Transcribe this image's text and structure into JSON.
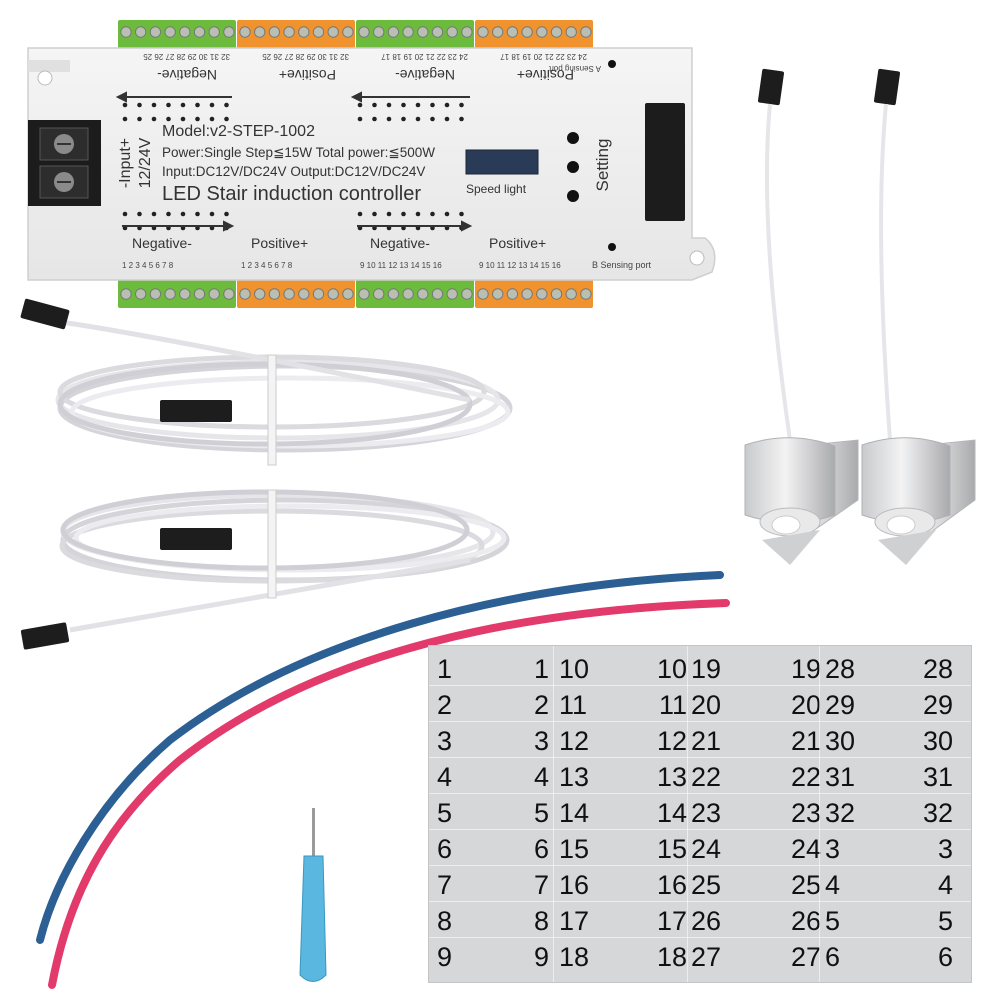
{
  "controller": {
    "model": "Model:v2-STEP-1002",
    "power": "Power:Single Step≦15W Total power:≦500W",
    "io": "Input:DC12V/DC24V Output:DC12V/DC24V",
    "title": "LED Stair induction controller",
    "input_label": "-Input+",
    "input_voltage": "12/24V",
    "speed_light": "Speed light",
    "setting": "Setting",
    "a_sensing": "A Sensing port",
    "b_sensing": "B Sensing port",
    "top_groups": [
      {
        "label": "Negative-",
        "numbers": "32 31 30 29 28 27 26 25"
      },
      {
        "label": "Positive+",
        "numbers": "32 31 30 29 28 27 26 25"
      },
      {
        "label": "Negative-",
        "numbers": "24 23 22 21 20 19 18 17"
      },
      {
        "label": "Positive+",
        "numbers": "24 23 22 21 20 19 18 17"
      }
    ],
    "bottom_groups": [
      {
        "label": "Negative-",
        "numbers": "1 2 3 4 5 6 7 8"
      },
      {
        "label": "Positive+",
        "numbers": "1 2 3 4 5 6 7 8"
      },
      {
        "label": "Negative-",
        "numbers": "9 10 11 12 13 14 15 16"
      },
      {
        "label": "Positive+",
        "numbers": "9 10 11 12 13 14 15 16"
      }
    ]
  },
  "label_sheet": {
    "columns": [
      [
        "1",
        "2",
        "3",
        "4",
        "5",
        "6",
        "7",
        "8",
        "9"
      ],
      [
        "1",
        "2",
        "3",
        "4",
        "5",
        "6",
        "7",
        "8",
        "9"
      ],
      [
        "10",
        "11",
        "12",
        "13",
        "14",
        "15",
        "16",
        "17",
        "18"
      ],
      [
        "10",
        "11",
        "12",
        "13",
        "14",
        "15",
        "16",
        "17",
        "18"
      ],
      [
        "19",
        "20",
        "21",
        "22",
        "23",
        "24",
        "25",
        "26",
        "27"
      ],
      [
        "19",
        "20",
        "21",
        "22",
        "23",
        "24",
        "25",
        "26",
        "27"
      ],
      [
        "28",
        "29",
        "30",
        "31",
        "32",
        "3",
        "4",
        "5",
        "6"
      ],
      [
        "28",
        "29",
        "30",
        "31",
        "32",
        "3",
        "4",
        "5",
        "6"
      ]
    ]
  },
  "colors": {
    "green_terminal": "#6dbb3c",
    "orange_terminal": "#f0922e",
    "red_wire": "#e23a6a",
    "blue_wire": "#2c5f93",
    "screwdriver": "#5ab7e0"
  }
}
